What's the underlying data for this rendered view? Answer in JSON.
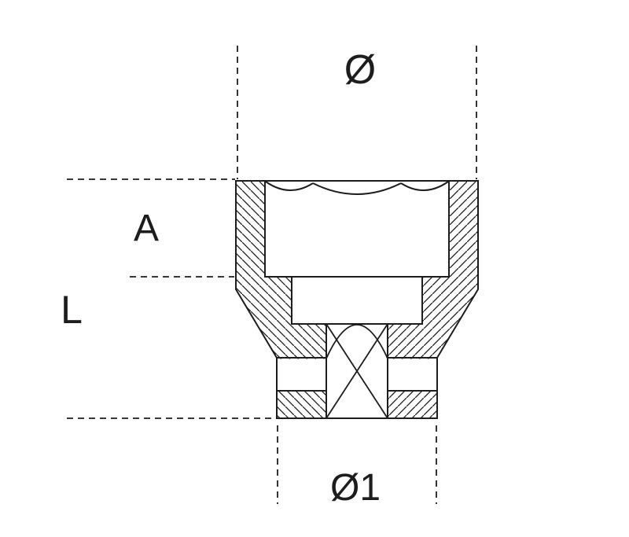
{
  "diagram": {
    "type": "technical-line-drawing",
    "subject": "hex socket cross-section with dimension callouts",
    "background": "#ffffff",
    "line_color": "#1d1d1b",
    "labels": {
      "top_diameter": "Ø",
      "drive_depth": "A",
      "overall_length": "L",
      "bottom_diameter": "Ø1"
    }
  }
}
